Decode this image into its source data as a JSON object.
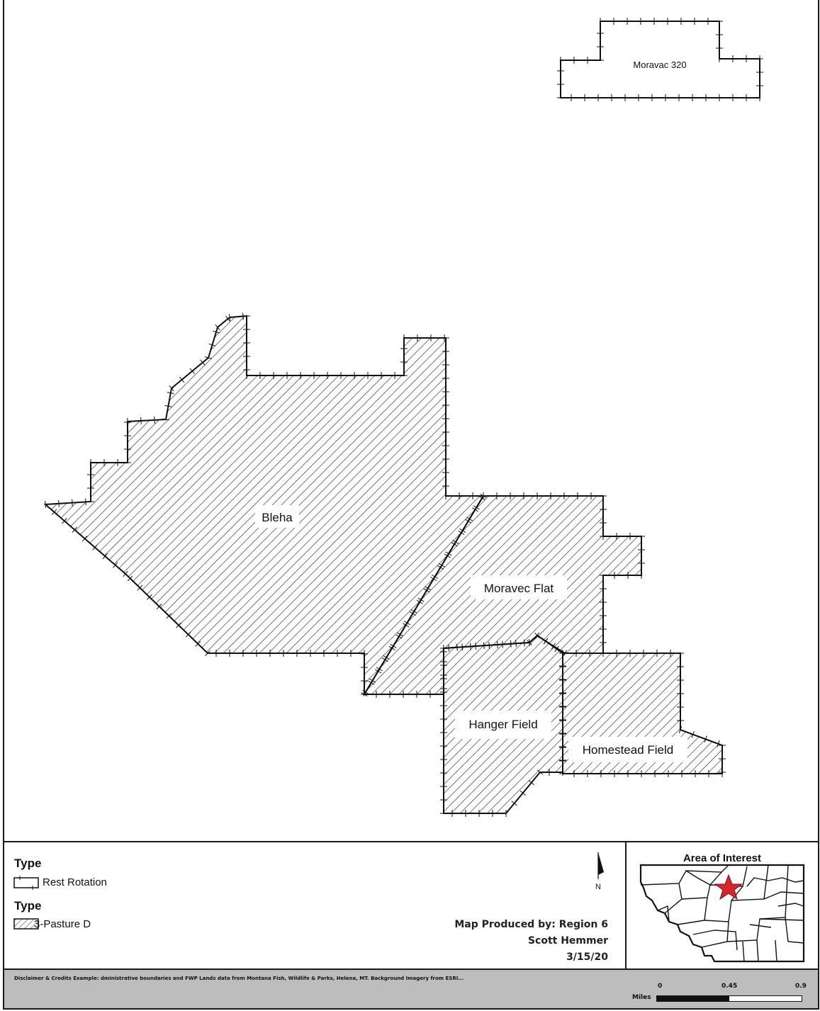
{
  "map": {
    "labels": {
      "moravac_320": "Moravac 320",
      "bleha": "Bleha",
      "moravec_flat": "Moravec Flat",
      "hanger_field": "Hanger Field",
      "homestead_field": "Homestead Field"
    },
    "north_label": "N"
  },
  "legend": {
    "groups": [
      {
        "heading": "Type",
        "item": "Rest Rotation"
      },
      {
        "heading": "Type",
        "item": "3-Pasture D"
      }
    ]
  },
  "credits": {
    "line1": "Map Produced by: Region 6",
    "line2": "Scott Hemmer",
    "line3": "3/15/20"
  },
  "inset": {
    "title": "Area of Interest",
    "marker_color": "#d9262c"
  },
  "footer": {
    "disclaimer": "Disclaimer & Credits Example: dministrative boundaries and FWP Lands data from Montana Fish, Wildlife & Parks, Helena, MT. Background Imagery from ESRI...",
    "scale": {
      "ticks": [
        "0",
        "0.45",
        "0.9"
      ],
      "unit": "Miles"
    }
  },
  "colors": {
    "outline": "#111111",
    "footer_bg": "#bdbdbd",
    "label_bg": "#ffffff"
  }
}
